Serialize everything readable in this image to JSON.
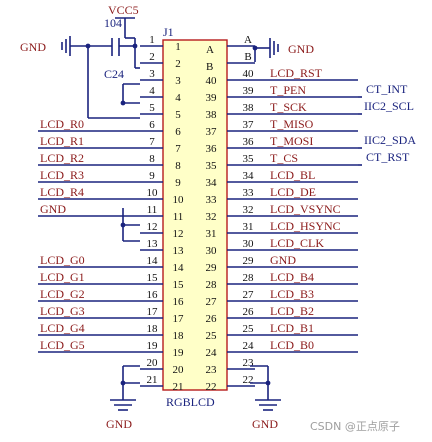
{
  "connector": {
    "ref": "J1",
    "part": "RGBLCD",
    "col_a": "A",
    "col_b": "B",
    "inner_left": [
      "1",
      "2",
      "3",
      "4",
      "5",
      "6",
      "7",
      "8",
      "9",
      "10",
      "11",
      "12",
      "13",
      "14",
      "15",
      "16",
      "17",
      "18",
      "19",
      "20",
      "21"
    ],
    "inner_right": [
      "40",
      "39",
      "38",
      "37",
      "36",
      "35",
      "34",
      "33",
      "32",
      "31",
      "30",
      "29",
      "28",
      "27",
      "26",
      "25",
      "24",
      "23",
      "22"
    ]
  },
  "left_pins": [
    {
      "num": "1",
      "net": ""
    },
    {
      "num": "2",
      "net": ""
    },
    {
      "num": "3",
      "net": ""
    },
    {
      "num": "4",
      "net": ""
    },
    {
      "num": "5",
      "net": ""
    },
    {
      "num": "6",
      "net": "LCD_R0"
    },
    {
      "num": "7",
      "net": "LCD_R1"
    },
    {
      "num": "8",
      "net": "LCD_R2"
    },
    {
      "num": "9",
      "net": "LCD_R3"
    },
    {
      "num": "10",
      "net": "LCD_R4"
    },
    {
      "num": "11",
      "net": "GND"
    },
    {
      "num": "12",
      "net": ""
    },
    {
      "num": "13",
      "net": ""
    },
    {
      "num": "14",
      "net": "LCD_G0"
    },
    {
      "num": "15",
      "net": "LCD_G1"
    },
    {
      "num": "16",
      "net": "LCD_G2"
    },
    {
      "num": "17",
      "net": "LCD_G3"
    },
    {
      "num": "18",
      "net": "LCD_G4"
    },
    {
      "num": "19",
      "net": "LCD_G5"
    },
    {
      "num": "20",
      "net": ""
    },
    {
      "num": "21",
      "net": ""
    }
  ],
  "right_pins": [
    {
      "num": "A",
      "net": ""
    },
    {
      "num": "B",
      "net": ""
    },
    {
      "num": "40",
      "net": "LCD_RST"
    },
    {
      "num": "39",
      "net": "T_PEN"
    },
    {
      "num": "38",
      "net": "T_SCK"
    },
    {
      "num": "37",
      "net": "T_MISO"
    },
    {
      "num": "36",
      "net": "T_MOSI"
    },
    {
      "num": "35",
      "net": "T_CS"
    },
    {
      "num": "34",
      "net": "LCD_BL"
    },
    {
      "num": "33",
      "net": "LCD_DE"
    },
    {
      "num": "32",
      "net": "LCD_VSYNC"
    },
    {
      "num": "31",
      "net": "LCD_HSYNC"
    },
    {
      "num": "30",
      "net": "LCD_CLK"
    },
    {
      "num": "29",
      "net": "GND"
    },
    {
      "num": "28",
      "net": "LCD_B4"
    },
    {
      "num": "27",
      "net": "LCD_B3"
    },
    {
      "num": "26",
      "net": "LCD_B2"
    },
    {
      "num": "25",
      "net": "LCD_B1"
    },
    {
      "num": "24",
      "net": "LCD_B0"
    },
    {
      "num": "23",
      "net": ""
    },
    {
      "num": "22",
      "net": ""
    }
  ],
  "side_labels": [
    {
      "text": "CT_INT"
    },
    {
      "text": "IIC2_SCL"
    },
    {
      "text": "IIC2_SDA"
    },
    {
      "text": "CT_RST"
    }
  ],
  "power": {
    "vcc": "VCC5",
    "gnd_top_left": "GND",
    "gnd_top_right": "GND",
    "gnd_bottom_left": "GND",
    "gnd_bottom_right": "GND"
  },
  "capacitor": {
    "ref": "C24",
    "value": "104"
  },
  "watermark": "CSDN @正点原子",
  "colors": {
    "wire": "#1a237e",
    "net_text": "#8b1a1a",
    "body_fill": "#ffffc8",
    "body_stroke": "#b71c1c"
  }
}
